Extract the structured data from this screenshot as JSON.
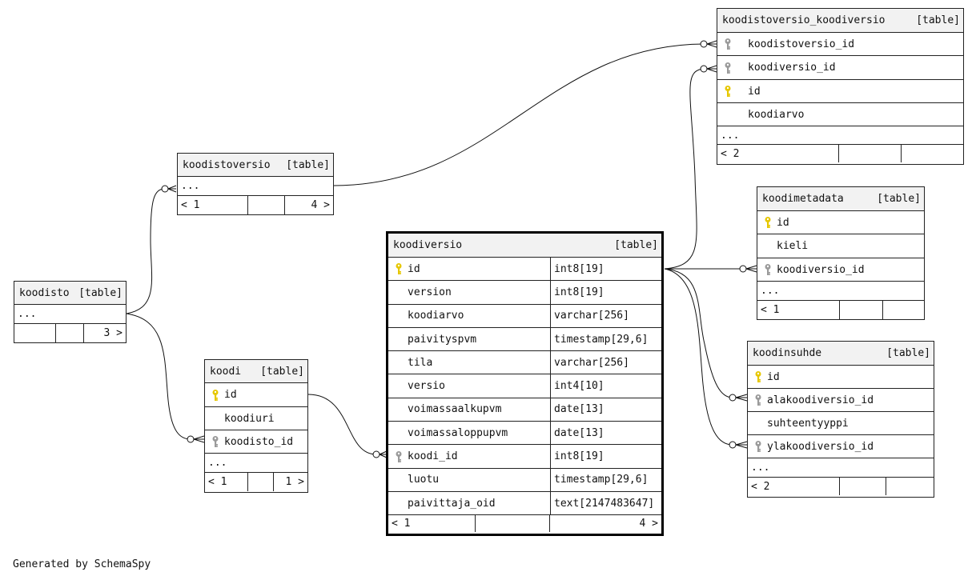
{
  "footer": "Generated by SchemaSpy",
  "colors": {
    "primary_key": "#e6c700",
    "foreign_key": "#9a9a9a"
  },
  "tables": {
    "koodisto": {
      "name": "koodisto",
      "tag": "[table]",
      "more": "...",
      "parents": "",
      "children": "3 >"
    },
    "koodistoversio": {
      "name": "koodistoversio",
      "tag": "[table]",
      "more": "...",
      "parents": "< 1",
      "children": "4 >"
    },
    "koodi": {
      "name": "koodi",
      "tag": "[table]",
      "columns": [
        {
          "name": "id",
          "key": "pk"
        },
        {
          "name": "koodiuri",
          "key": ""
        },
        {
          "name": "koodisto_id",
          "key": "fk"
        }
      ],
      "more": "...",
      "parents": "< 1",
      "children": "1 >"
    },
    "koodiversio": {
      "name": "koodiversio",
      "tag": "[table]",
      "columns": [
        {
          "name": "id",
          "type": "int8[19]",
          "key": "pk"
        },
        {
          "name": "version",
          "type": "int8[19]",
          "key": ""
        },
        {
          "name": "koodiarvo",
          "type": "varchar[256]",
          "key": ""
        },
        {
          "name": "paivityspvm",
          "type": "timestamp[29,6]",
          "key": ""
        },
        {
          "name": "tila",
          "type": "varchar[256]",
          "key": ""
        },
        {
          "name": "versio",
          "type": "int4[10]",
          "key": ""
        },
        {
          "name": "voimassaalkupvm",
          "type": "date[13]",
          "key": ""
        },
        {
          "name": "voimassaloppupvm",
          "type": "date[13]",
          "key": ""
        },
        {
          "name": "koodi_id",
          "type": "int8[19]",
          "key": "fk"
        },
        {
          "name": "luotu",
          "type": "timestamp[29,6]",
          "key": ""
        },
        {
          "name": "paivittaja_oid",
          "type": "text[2147483647]",
          "key": ""
        }
      ],
      "parents": "< 1",
      "children": "4 >"
    },
    "koodistoversio_koodiversio": {
      "name": "koodistoversio_koodiversio",
      "tag": "[table]",
      "columns": [
        {
          "name": "koodistoversio_id",
          "key": "fk"
        },
        {
          "name": "koodiversio_id",
          "key": "fk"
        },
        {
          "name": "id",
          "key": "pk"
        },
        {
          "name": "koodiarvo",
          "key": ""
        }
      ],
      "more": "...",
      "parents": "< 2",
      "children": ""
    },
    "koodimetadata": {
      "name": "koodimetadata",
      "tag": "[table]",
      "columns": [
        {
          "name": "id",
          "key": "pk"
        },
        {
          "name": "kieli",
          "key": ""
        },
        {
          "name": "koodiversio_id",
          "key": "fk"
        }
      ],
      "more": "...",
      "parents": "< 1",
      "children": ""
    },
    "koodinsuhde": {
      "name": "koodinsuhde",
      "tag": "[table]",
      "columns": [
        {
          "name": "id",
          "key": "pk"
        },
        {
          "name": "alakoodiversio_id",
          "key": "fk"
        },
        {
          "name": "suhteentyyppi",
          "key": ""
        },
        {
          "name": "ylakoodiversio_id",
          "key": "fk"
        }
      ],
      "more": "...",
      "parents": "< 2",
      "children": ""
    }
  }
}
